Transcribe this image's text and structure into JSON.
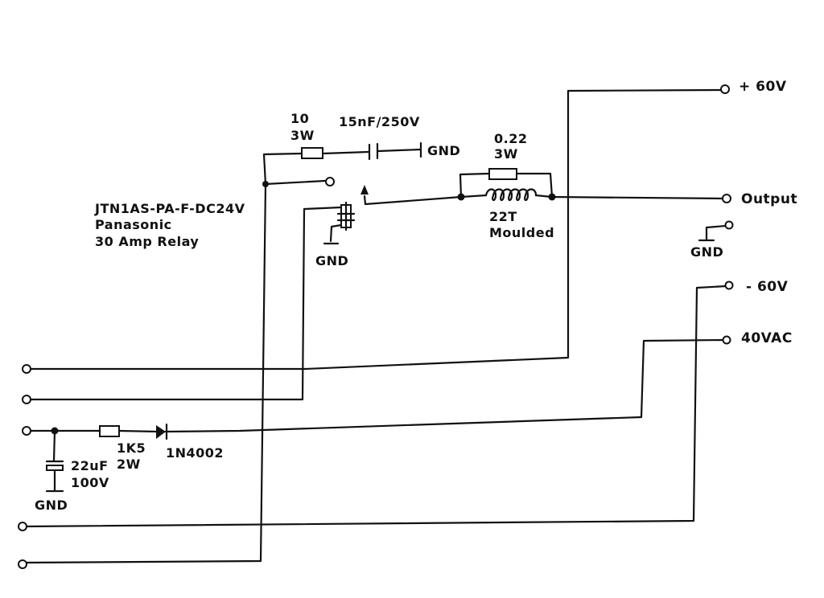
{
  "labels": {
    "plus60v": "+ 60V",
    "output": "Output",
    "minus60v": "- 60V",
    "vac40": "40VAC",
    "gnd_snubber": "GND",
    "gnd_relay": "GND",
    "gnd_output": "GND",
    "gnd_cap": "GND",
    "resistor10_value": "10",
    "resistor10_power": "3W",
    "snubber_cap": "15nF/250V",
    "resistor022_value": "0.22",
    "resistor022_power": "3W",
    "inductor_turns": "22T",
    "inductor_type": "Moulded",
    "relay_part": "JTN1AS-PA-F-DC24V",
    "relay_brand": "Panasonic",
    "relay_rating": "30 Amp Relay",
    "resistor1k5_value": "1K5",
    "resistor1k5_power": "2W",
    "diode": "1N4002",
    "cap22_value": "22uF",
    "cap22_voltage": "100V"
  },
  "colors": {
    "ink": "#111111",
    "paper": "#ffffff"
  }
}
